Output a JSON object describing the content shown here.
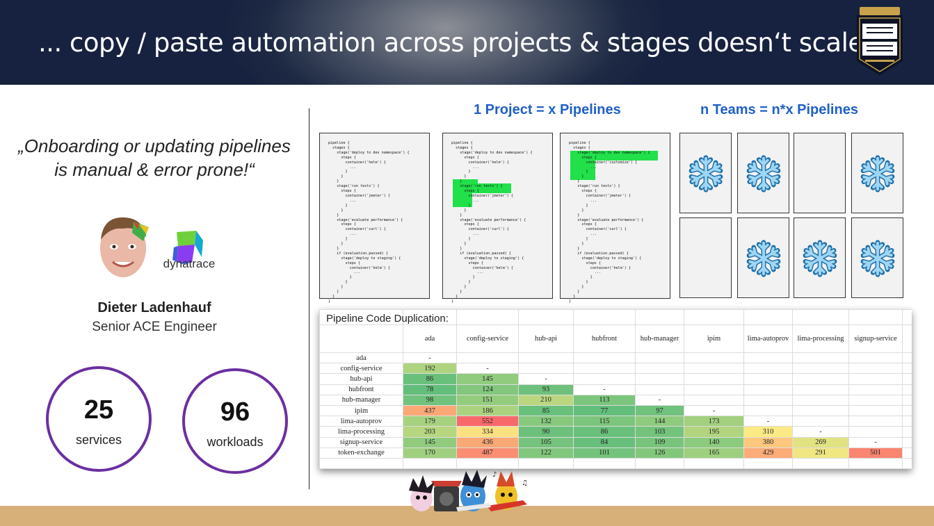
{
  "slide": {
    "title": "... copy / paste automation across projects & stages doesn‘t scale!",
    "quote_line1": "„Onboarding or updating pipelines",
    "quote_line2": "is manual & error prone!“",
    "speaker_name": "Dieter Ladenhauf",
    "speaker_role": "Senior ACE Engineer",
    "company": "dynatrace",
    "logo_icon": "pac-hero-logo",
    "stats": [
      {
        "value": "25",
        "label": "services"
      },
      {
        "value": "96",
        "label": "workloads"
      }
    ],
    "heading_project": "1 Project = x Pipelines",
    "heading_teams": "n Teams = n*x Pipelines",
    "pipeline_code": "pipeline {\n  stages {\n    stage('deploy to dev namespace') {\n      steps {\n        container('helm') {\n          ...\n        }\n      }\n    }\n    stage('run tests') {\n      steps {\n        container('jmeter') {\n          ...\n        }\n      }\n    }\n    stage('evaluate performance') {\n      steps {\n        container('curl') {\n          ...\n        }\n      }\n    }\n    if (evaluation.passed) {\n      stage('deploy to staging') {\n        steps {\n          container('helm') {\n            ...\n          }\n        }\n      }\n    }\n  }\n}",
    "pipeline_code_variant": "pipeline {\n  stages {\n    stage('deploy to dev namespace') {\n      steps {\n        container('customize') {\n          ...\n        }\n      }\n    }\n    stage('run tests') {\n      steps {\n        container('jmeter') {\n          ...\n        }\n      }\n    }\n    stage('evaluate performance') {\n      steps {\n        container('curl') {\n          ...\n        }\n      }\n    }\n    if (evaluation.passed) {\n      stage('deploy to staging') {\n        steps {\n          container('helm') {\n            ...\n          }\n        }\n      }\n    }\n  }\n}",
    "team_icon": "snowflake-icon",
    "team_cards_with_icon": [
      true,
      true,
      false,
      true,
      false,
      true,
      true,
      true
    ],
    "colors": {
      "header_bg": "#1e2a44",
      "heading_blue": "#1f5fc8",
      "circle_border": "#6b2fa0",
      "highlight_green": "#22e04a",
      "footer": "#d6b078"
    }
  },
  "chart_data": {
    "type": "table",
    "title": "Pipeline Code Duplication:",
    "columns": [
      "ada",
      "config-service",
      "hub-api",
      "hubfront",
      "hub-manager",
      "ipim",
      "lima-autoprov",
      "lima-processing",
      "signup-service"
    ],
    "rows": [
      {
        "label": "ada",
        "values": [
          "-",
          "",
          "",
          "",
          "",
          "",
          "",
          "",
          ""
        ]
      },
      {
        "label": "config-service",
        "values": [
          "192",
          "-",
          "",
          "",
          "",
          "",
          "",
          "",
          ""
        ]
      },
      {
        "label": "hub-api",
        "values": [
          "86",
          "145",
          "-",
          "",
          "",
          "",
          "",
          "",
          ""
        ]
      },
      {
        "label": "hubfront",
        "values": [
          "78",
          "124",
          "93",
          "-",
          "",
          "",
          "",
          "",
          ""
        ]
      },
      {
        "label": "hub-manager",
        "values": [
          "98",
          "151",
          "210",
          "113",
          "-",
          "",
          "",
          "",
          ""
        ]
      },
      {
        "label": "ipim",
        "values": [
          "437",
          "186",
          "85",
          "77",
          "97",
          "-",
          "",
          "",
          ""
        ]
      },
      {
        "label": "lima-autoprov",
        "values": [
          "179",
          "552",
          "132",
          "115",
          "144",
          "173",
          "-",
          "",
          ""
        ]
      },
      {
        "label": "lima-processing",
        "values": [
          "203",
          "334",
          "90",
          "86",
          "103",
          "195",
          "310",
          "-",
          ""
        ]
      },
      {
        "label": "signup-service",
        "values": [
          "145",
          "436",
          "105",
          "84",
          "109",
          "140",
          "380",
          "269",
          "-"
        ]
      },
      {
        "label": "token-exchange",
        "values": [
          "170",
          "487",
          "122",
          "101",
          "126",
          "165",
          "429",
          "291",
          "501"
        ]
      }
    ],
    "color_scale": {
      "low": "#63be7b",
      "mid": "#ffeb84",
      "high": "#f8696b"
    },
    "value_range": [
      77,
      552
    ]
  }
}
